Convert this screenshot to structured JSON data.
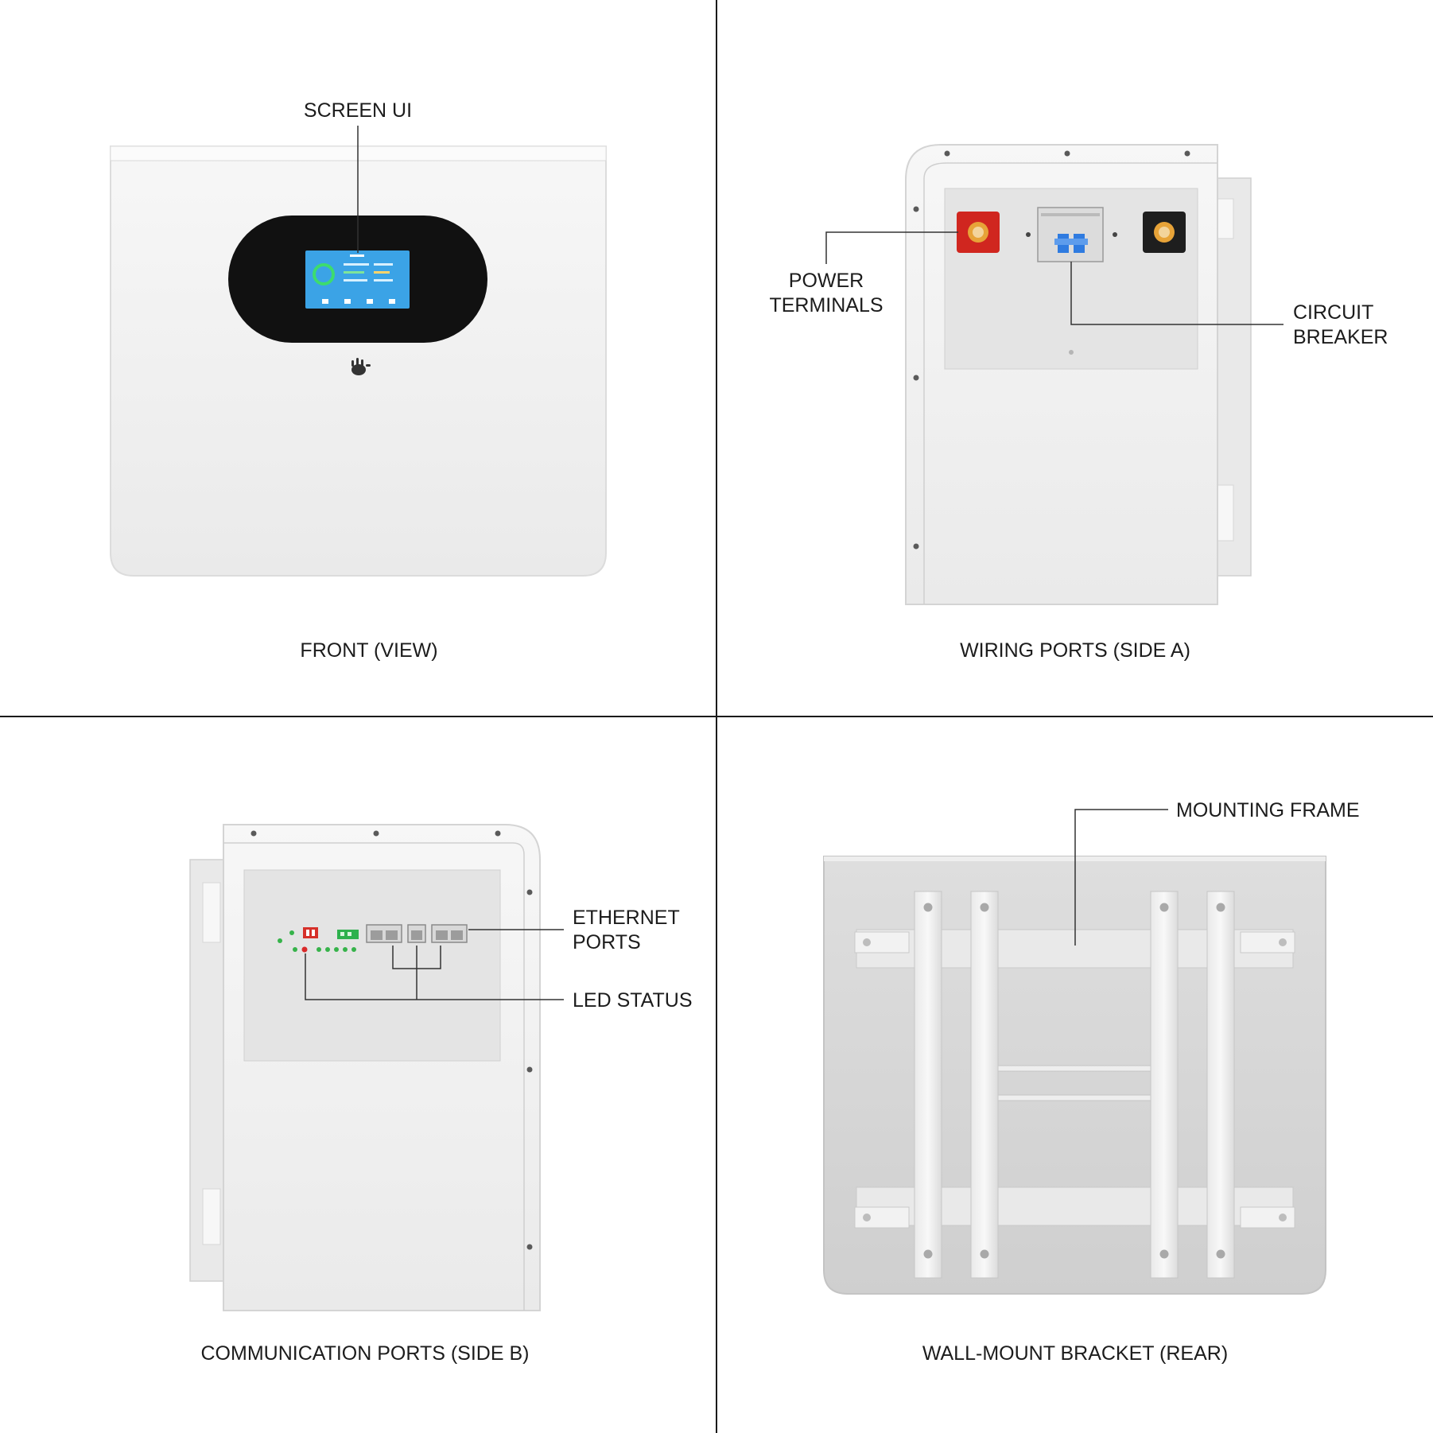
{
  "panels": {
    "front": {
      "caption": "FRONT (VIEW)",
      "callouts": {
        "screen": "SCREEN UI"
      }
    },
    "side_a": {
      "caption": "WIRING PORTS (SIDE A)",
      "callouts": {
        "power_line1": "POWER",
        "power_line2": "TERMINALS",
        "breaker_line1": "CIRCUIT",
        "breaker_line2": "BREAKER"
      }
    },
    "side_b": {
      "caption": "COMMUNICATION PORTS (SIDE B)",
      "callouts": {
        "ethernet_line1": "ETHERNET",
        "ethernet_line2": "PORTS",
        "led": "LED STATUS"
      }
    },
    "rear": {
      "caption": "WALL-MOUNT BRACKET (REAR)",
      "callouts": {
        "frame": "MOUNTING FRAME"
      }
    }
  },
  "colors": {
    "body": "#f1f1f1",
    "bezel": "#111111",
    "screen": "#3ba3e6",
    "terminal_positive": "#d0261f",
    "terminal_negative": "#1e1e1e",
    "terminal_ring": "#e7a338",
    "breaker_toggle": "#2f7be0",
    "led_green": "#36b34a",
    "led_red": "#d92a2a",
    "dip_switch_red": "#d6302a",
    "dip_switch_green": "#2db14d",
    "bracket_panel": "#d9d9d9",
    "divider": "#1a1a1a"
  },
  "icons": {
    "front_logo": "hand-logo-icon",
    "screen_icons": [
      "home-icon",
      "document-icon",
      "chart-icon",
      "settings-icon"
    ]
  }
}
